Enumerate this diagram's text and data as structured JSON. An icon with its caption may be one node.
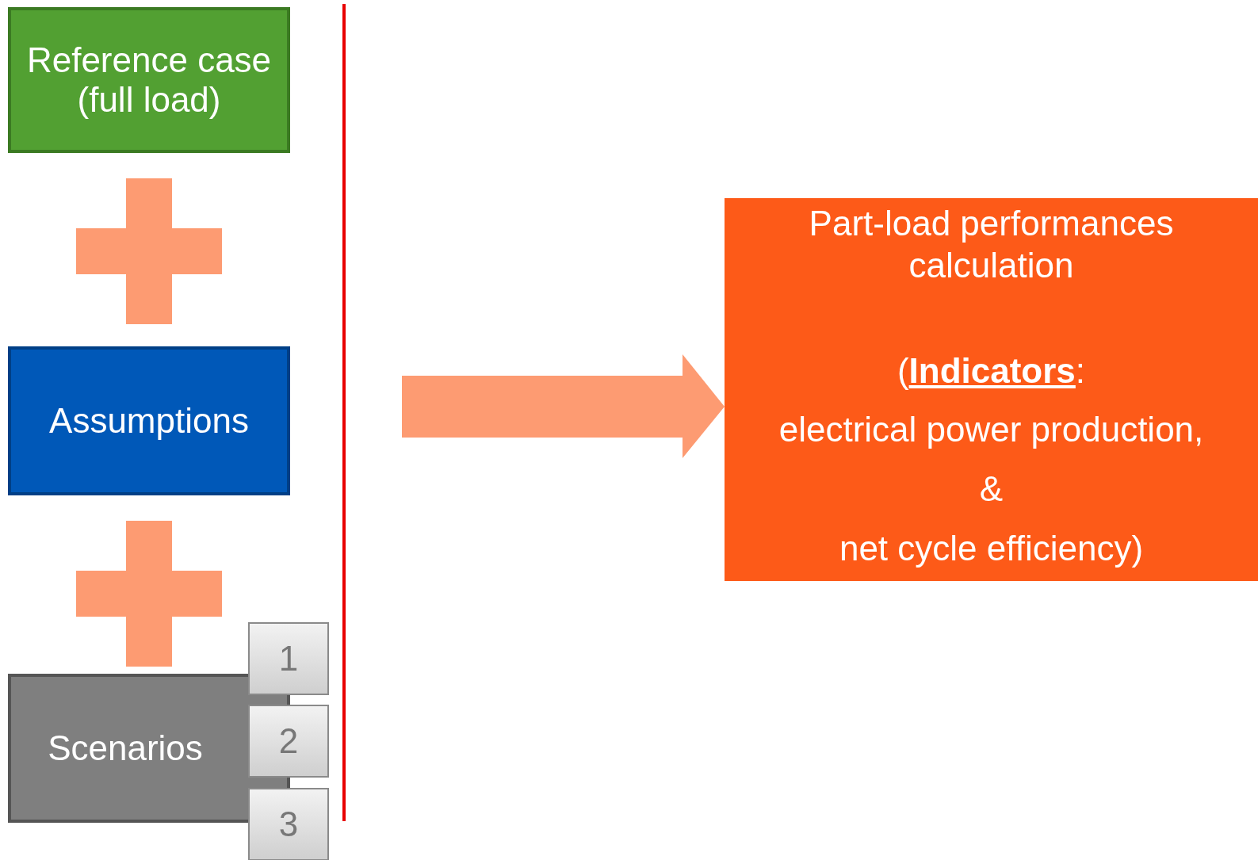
{
  "diagram": {
    "nodes": [
      {
        "text": [
          "Reference case (full load)"
        ]
      },
      {
        "text": [
          "Assumptions"
        ]
      },
      {
        "text": [
          "Scenarios"
        ]
      },
      {
        "text": [
          "1"
        ]
      },
      {
        "text": [
          "2"
        ]
      },
      {
        "text": [
          "3"
        ]
      },
      {
        "text": [
          "Part-load performances calculation",
          "(**Indicators**:",
          "electrical power production,",
          "&",
          "net cycle efficiency)"
        ]
      }
    ],
    "edges": [
      {
        "from": null,
        "to": 6,
        "arrow": "to"
      }
    ]
  }
}
